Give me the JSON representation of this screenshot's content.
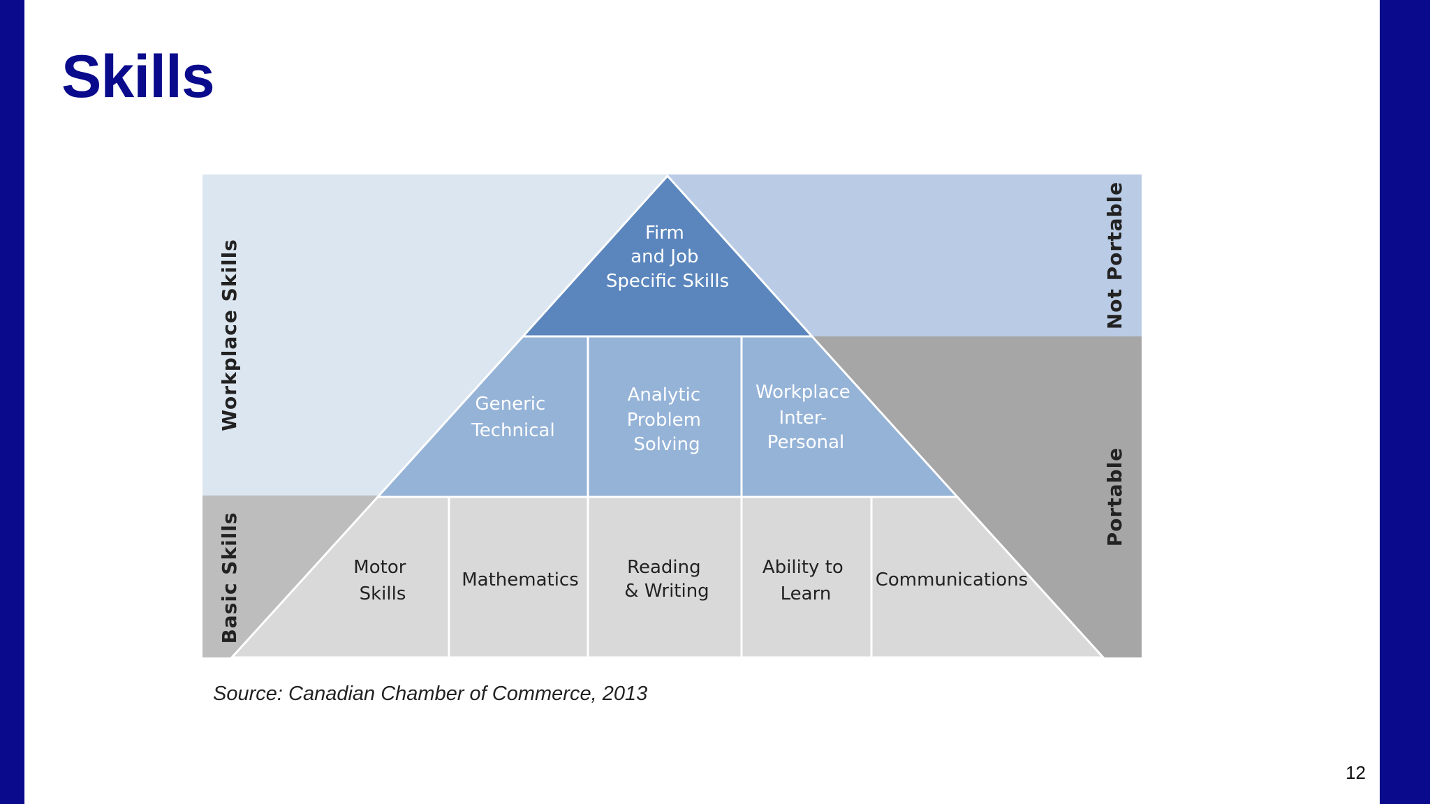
{
  "slide": {
    "title": "Skills",
    "source": "Source: Canadian Chamber of Commerce, 2013",
    "page_number": "12"
  },
  "colors": {
    "frame": "#0a0a8c",
    "title": "#0a0a8c",
    "workplace_band": "#dce6f1",
    "not_portable_band": "#b9cbe5",
    "basic_band": "#bdbdbd",
    "portable_band": "#a6a6a6",
    "pyramid_top": "#5b86bd",
    "pyramid_middle": "#95b3d7",
    "pyramid_base": "#d9d9d9"
  },
  "diagram": {
    "side_labels": {
      "workplace": "Workplace  Skills",
      "basic": "Basic  Skills",
      "not_portable": "Not  Portable",
      "portable": "Portable"
    },
    "top": {
      "lines": [
        "Firm",
        "and Job",
        "Specific Skills"
      ]
    },
    "middle": [
      {
        "lines": [
          "Generic",
          "Technical"
        ]
      },
      {
        "lines": [
          "Analytic",
          "Problem",
          "Solving"
        ]
      },
      {
        "lines": [
          "Workplace",
          "Inter-",
          "Personal"
        ]
      }
    ],
    "base": [
      {
        "lines": [
          "Motor",
          "Skills"
        ]
      },
      {
        "lines": [
          "Mathematics"
        ]
      },
      {
        "lines": [
          "Reading",
          "& Writing"
        ]
      },
      {
        "lines": [
          "Ability to",
          "Learn"
        ]
      },
      {
        "lines": [
          "Communications"
        ]
      }
    ]
  }
}
